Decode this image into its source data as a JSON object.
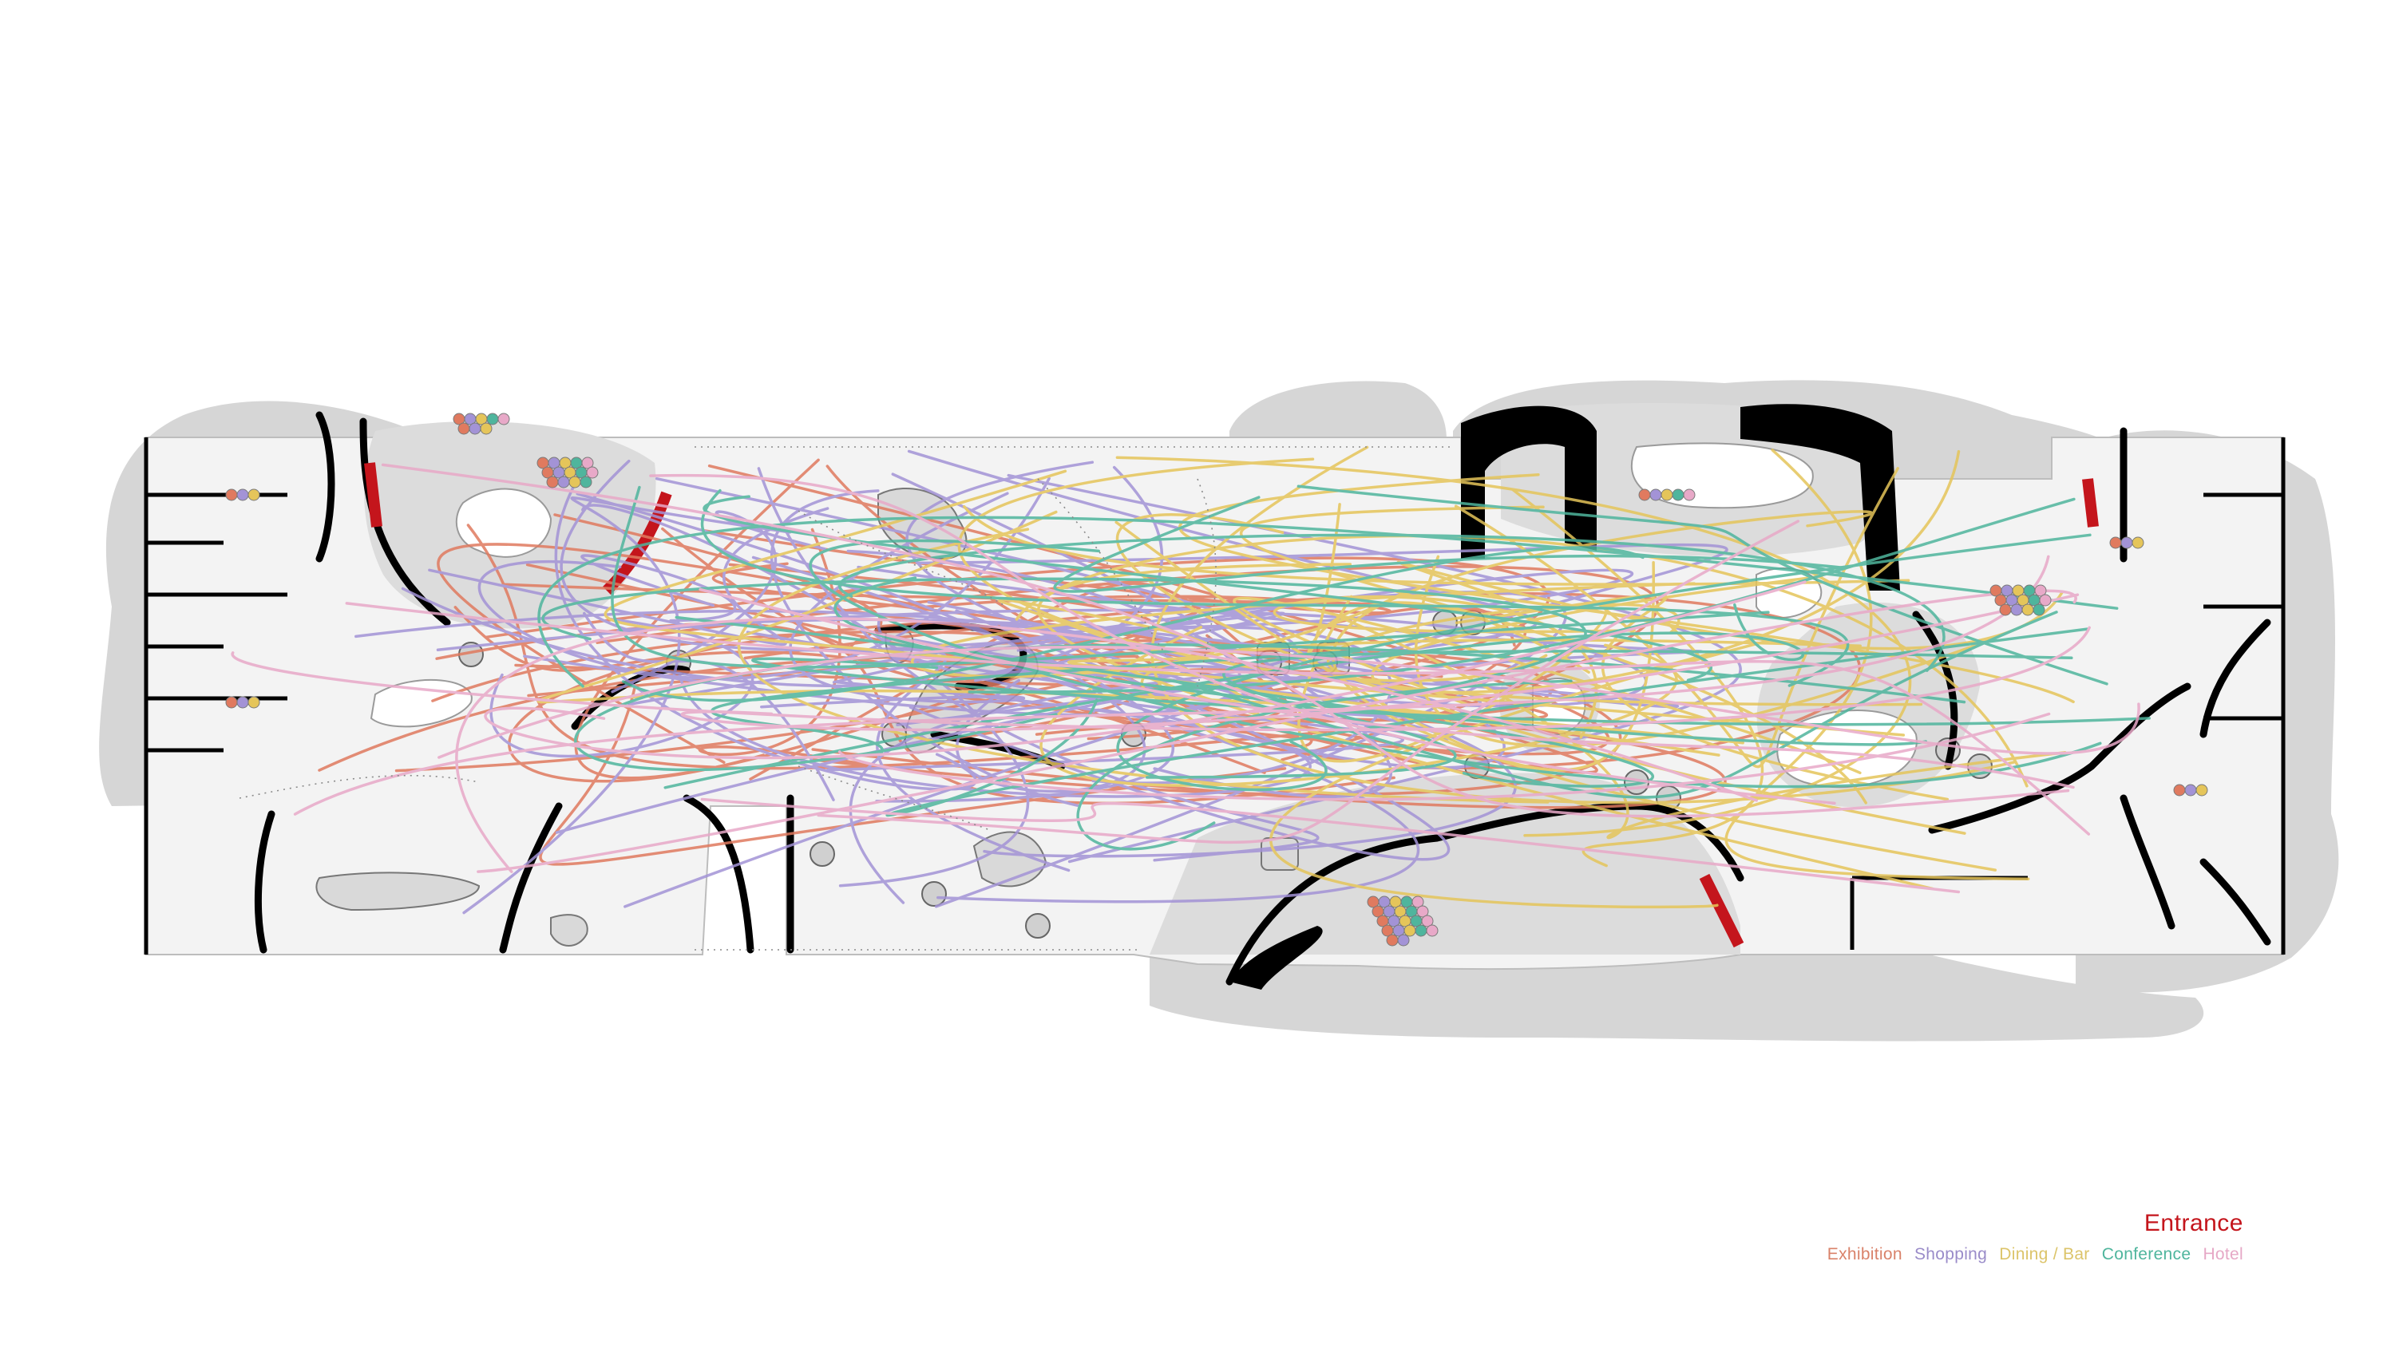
{
  "legend": {
    "title": "Entrance",
    "title_color": "#c4151c",
    "items": [
      {
        "label": "Exhibition",
        "color": "#d9826a"
      },
      {
        "label": "Shopping",
        "color": "#9a8cc9"
      },
      {
        "label": "Dining / Bar",
        "color": "#dcc46a"
      },
      {
        "label": "Conference",
        "color": "#4fb59d"
      },
      {
        "label": "Hotel",
        "color": "#e6a8c6"
      }
    ]
  },
  "colors": {
    "floor": "#f3f3f3",
    "surround": "#d4d4d4",
    "wall": "#000000",
    "entrance": "#c4151c"
  },
  "flows": [
    {
      "category": "Exhibition",
      "color": "#e07a5f",
      "count": 30
    },
    {
      "category": "Shopping",
      "color": "#a393d6",
      "count": 38
    },
    {
      "category": "Dining / Bar",
      "color": "#e5c55a",
      "count": 32
    },
    {
      "category": "Conference",
      "color": "#4fb59d",
      "count": 22
    },
    {
      "category": "Hotel",
      "color": "#e8a9c8",
      "count": 14
    }
  ]
}
